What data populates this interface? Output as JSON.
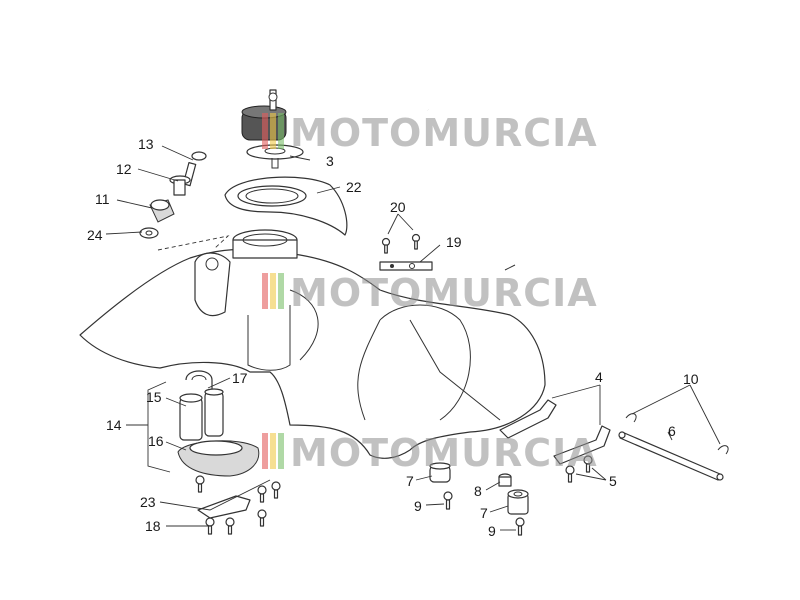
{
  "watermark": {
    "text": "MOTOMURCIA",
    "stripe_colors": [
      "#e35d5d",
      "#f0c94a",
      "#7bbf6a"
    ]
  },
  "callouts": {
    "c13": "13",
    "c12": "12",
    "c11": "11",
    "c24": "24",
    "c3": "3",
    "c22": "22",
    "c20": "20",
    "c19": "19",
    "c17": "17",
    "c15": "15",
    "c14": "14",
    "c16": "16",
    "c23": "23",
    "c18": "18",
    "c7a": "7",
    "c9a": "9",
    "c8": "8",
    "c7b": "7",
    "c9b": "9",
    "c4": "4",
    "c5": "5",
    "c10": "10",
    "c6": "6"
  }
}
